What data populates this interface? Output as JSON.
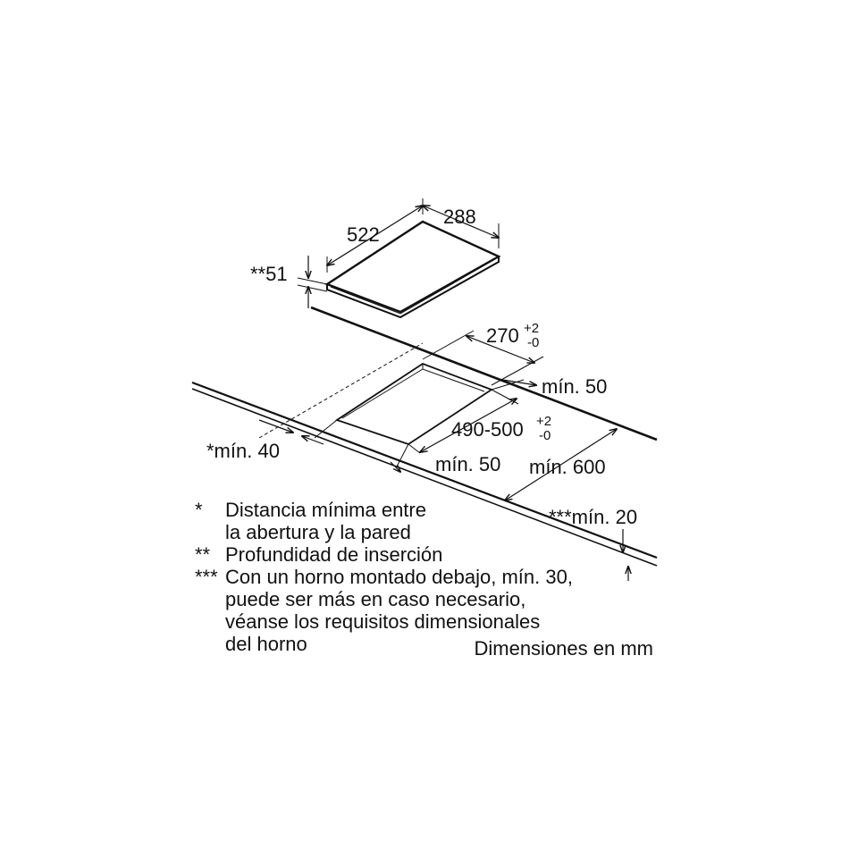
{
  "colors": {
    "ink": "#111111",
    "background": "#ffffff"
  },
  "dimensions": {
    "width": "288",
    "depth": "522",
    "insertion_depth": "**51",
    "cutout_depth": "270",
    "cutout_depth_tol_plus": "+2",
    "cutout_depth_tol_minus": "-0",
    "min_rear": "mín. 50",
    "cutout_width": "490-500",
    "cutout_width_tol_plus": "+2",
    "cutout_width_tol_minus": "-0",
    "min_side": "*mín. 40",
    "min_front": "mín. 50",
    "min_worktop_depth": "mín. 600",
    "min_worktop_thickness": "***mín. 20"
  },
  "notes": [
    {
      "marker": "*",
      "lines": [
        "Distancia mínima entre",
        "la abertura y la pared"
      ]
    },
    {
      "marker": "**",
      "lines": [
        "Profundidad de inserción"
      ]
    },
    {
      "marker": "***",
      "lines": [
        "Con un horno montado debajo, mín. 30,",
        "puede ser más en caso necesario,",
        "véanse los requisitos dimensionales",
        "del horno"
      ]
    }
  ],
  "units_note": "Dimensiones en mm"
}
